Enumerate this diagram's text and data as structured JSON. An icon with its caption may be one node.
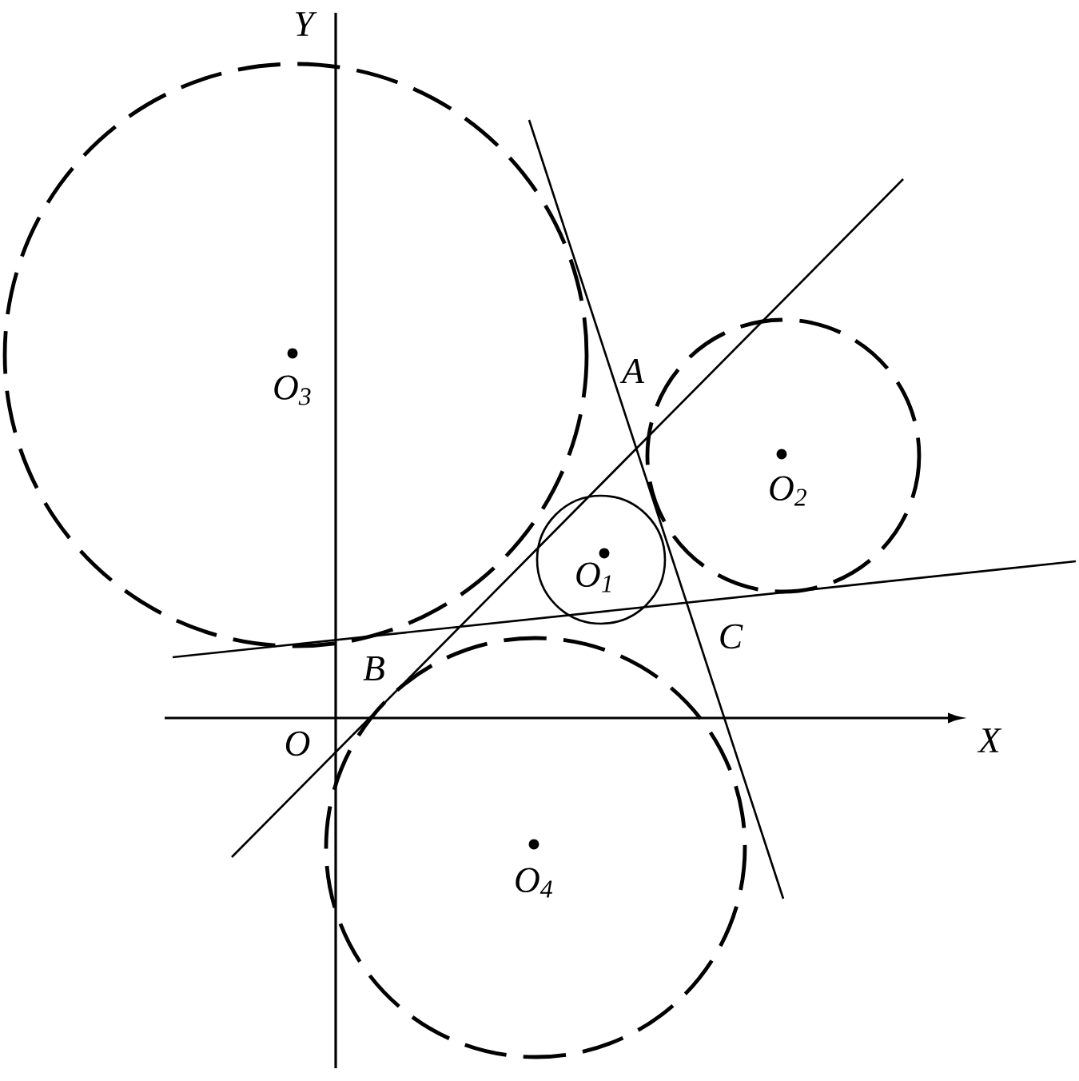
{
  "diagram": {
    "labels": [
      "Y",
      "A",
      "O$_{3}$",
      "O$_{2}$",
      "O$_{1}$",
      "B",
      "C",
      "O",
      "X",
      "O$_{4}$"
    ]
  }
}
